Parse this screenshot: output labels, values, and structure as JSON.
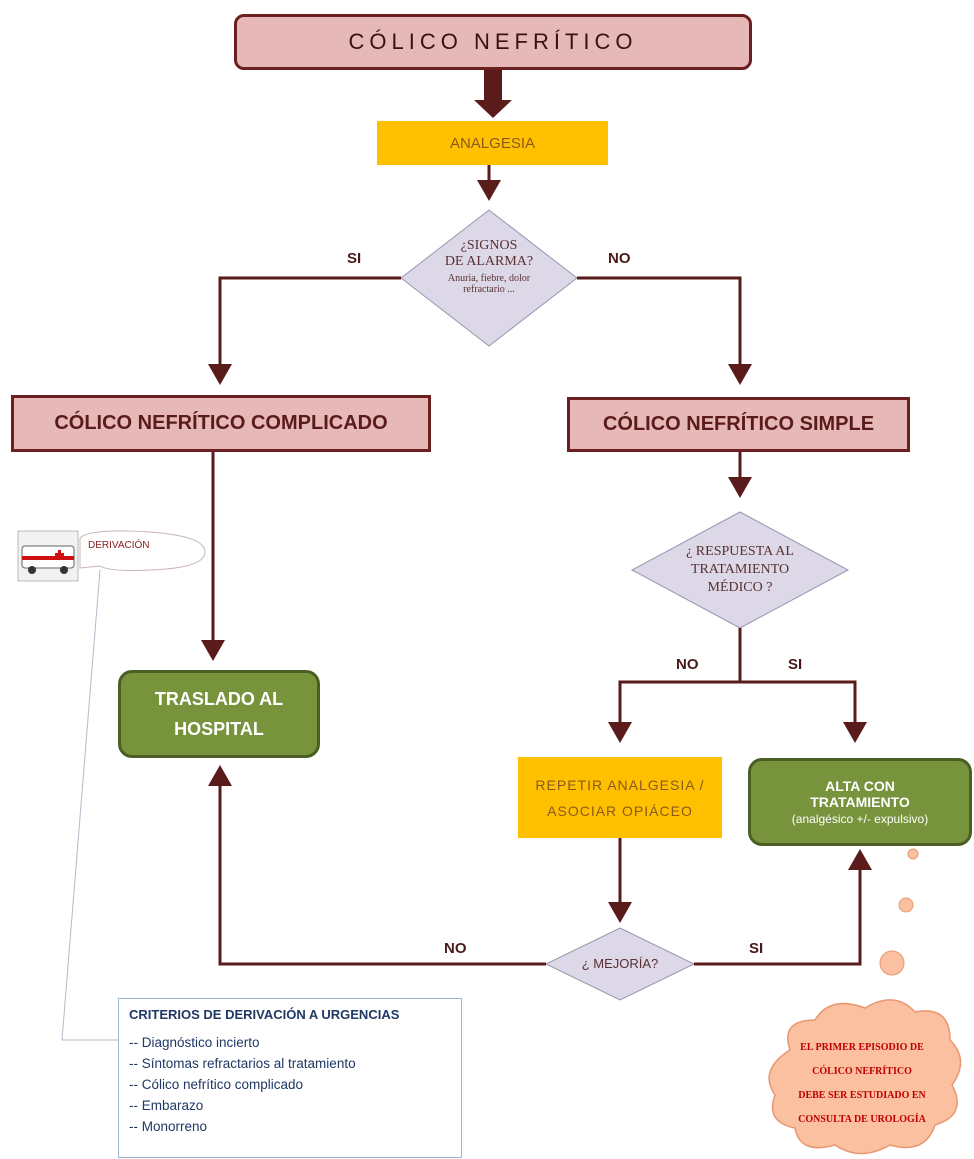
{
  "title": "CÓLICO NEFRÍTICO",
  "analgesia": "ANALGESIA",
  "alarm": {
    "line1": "¿SIGNOS",
    "line2": "DE ALARMA?",
    "detail1": "Anuria, fiebre, dolor",
    "detail2": "refractario ..."
  },
  "si1": "SI",
  "no1": "NO",
  "complicated": "CÓLICO NEFRÍTICO COMPLICADO",
  "simple": "CÓLICO NEFRÍTICO SIMPLE",
  "derivation": "DERIVACIÓN",
  "response": {
    "line1": "¿ RESPUESTA AL",
    "line2": "TRATAMIENTO",
    "line3": "MÉDICO ?"
  },
  "no2": "NO",
  "si2": "SI",
  "hospital": {
    "line1": "TRASLADO AL",
    "line2": "HOSPITAL"
  },
  "repeat": {
    "line1": "REPETIR ANALGESIA /",
    "line2": "ASOCIAR OPIÁCEO"
  },
  "discharge": {
    "line1": "ALTA CON",
    "line2": "TRATAMIENTO",
    "line3": "(analgésico +/- expulsivo)"
  },
  "improvement": "¿ MEJORÍA?",
  "no3": "NO",
  "si3": "SI",
  "criteria": {
    "title": "CRITERIOS DE DERIVACIÓN A URGENCIAS",
    "items": [
      "-- Diagnóstico incierto",
      "-- Síntomas refractarios al tratamiento",
      "-- Cólico nefrítico complicado",
      "-- Embarazo",
      "-- Monorreno"
    ]
  },
  "cloud": {
    "line1": "EL PRIMER EPISODIO DE",
    "line2": "CÓLICO NEFRÍTICO",
    "line3": "DEBE SER ESTUDIADO EN",
    "line4": "CONSULTA DE UROLOGÍA"
  },
  "colors": {
    "pink": "#e6b9b8",
    "maroon": "#6b1f1f",
    "orange": "#ffc000",
    "green": "#77933c",
    "diamond": "#dcd8e8",
    "cloud": "#fac09f"
  }
}
